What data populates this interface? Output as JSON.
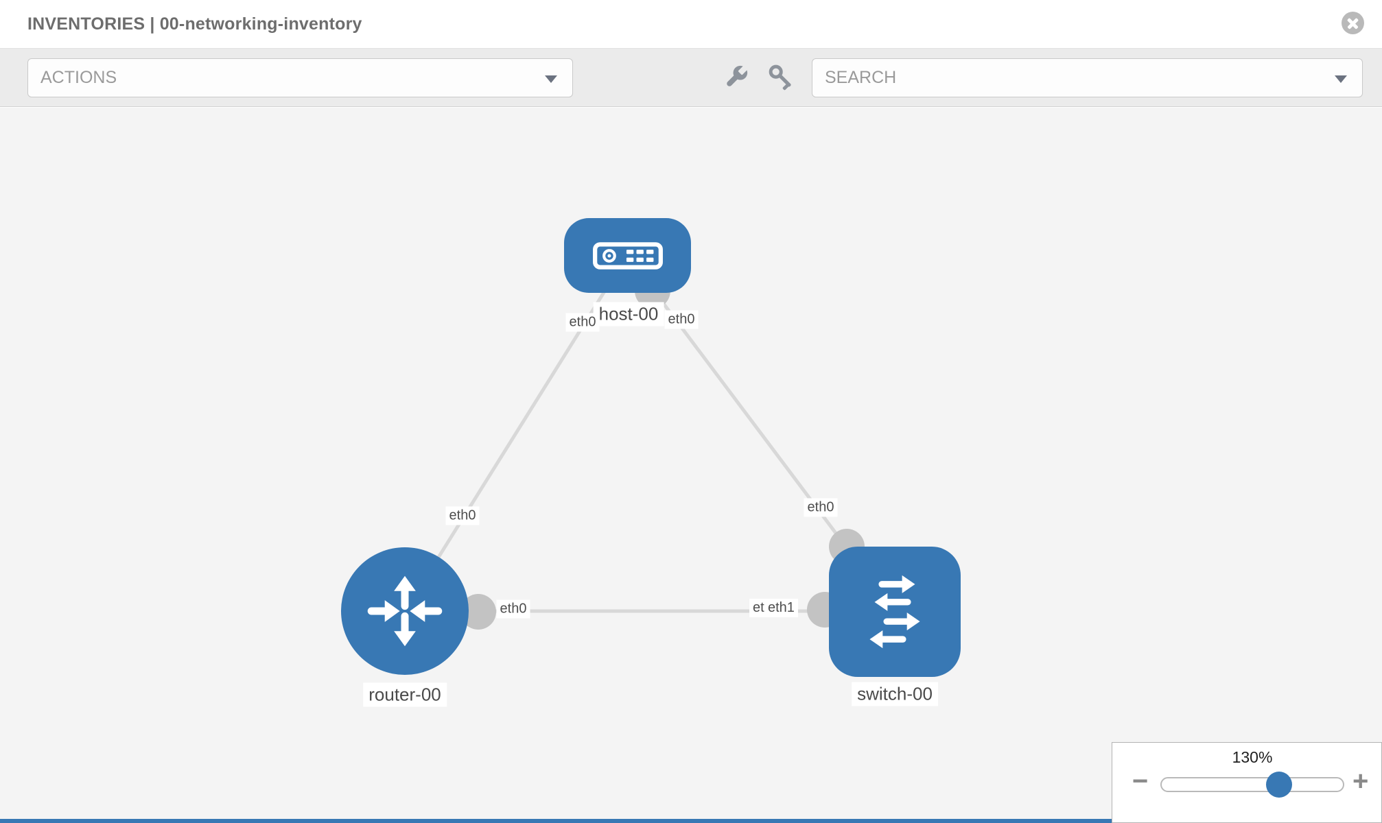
{
  "window": {
    "title": "INVENTORIES | 00-networking-inventory"
  },
  "toolbar": {
    "actions_placeholder": "ACTIONS",
    "search_placeholder": "SEARCH",
    "icons": [
      "wrench-icon",
      "key-icon"
    ]
  },
  "topology": {
    "nodes": [
      {
        "name": "host-00",
        "type": "host",
        "shape": "rounded-rect",
        "icon": "server-icon"
      },
      {
        "name": "router-00",
        "type": "router",
        "shape": "circle",
        "icon": "router-arrows-icon"
      },
      {
        "name": "switch-00",
        "type": "switch",
        "shape": "rounded-square",
        "icon": "switch-arrows-icon"
      }
    ],
    "links": [
      {
        "from": "host-00",
        "to": "router-00",
        "interfaces": [
          "eth0",
          "eth0"
        ]
      },
      {
        "from": "host-00",
        "to": "switch-00",
        "interfaces": [
          "eth0",
          "eth0"
        ]
      },
      {
        "from": "router-00",
        "to": "switch-00",
        "interfaces": [
          "eth0",
          "eth1"
        ]
      }
    ],
    "interface_labels": {
      "host_left": "eth0",
      "host_right": "eth0",
      "mid_router": "eth0",
      "mid_switch": "eth0",
      "router_right": "eth0",
      "switch_back": "eth0",
      "switch_front": "eth1"
    }
  },
  "zoom_control": {
    "level": "130%",
    "minus_glyph": "−",
    "plus_glyph": "+"
  },
  "colors": {
    "node_blue": "#3878b4",
    "link_gray": "#d8d8d8",
    "port_gray": "#c3c3c3",
    "canvas_bg": "#f4f4f4",
    "toolbar_bg": "#ebebeb"
  }
}
